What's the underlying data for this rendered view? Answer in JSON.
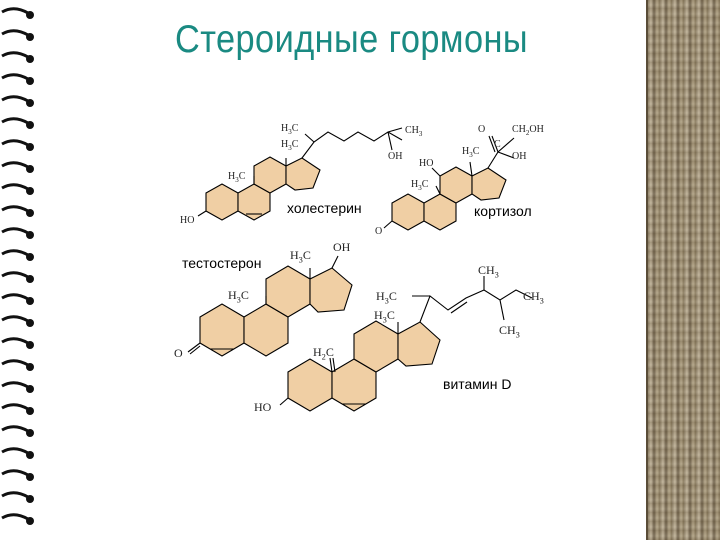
{
  "slide": {
    "title": "Стероидные гормоны"
  },
  "molecules": [
    {
      "name": "холестерин"
    },
    {
      "name": "кортизол"
    },
    {
      "name": "тестостерон"
    },
    {
      "name": "витамин D"
    }
  ],
  "groups": {
    "chol_h3c_top": "H3C",
    "chol_ch3": "CH3",
    "chol_h3c_mid": "H3C",
    "chol_oh": "OH",
    "chol_h3c_ring": "H3C",
    "chol_ho": "HO",
    "cort_o": "O",
    "cort_ch2oh": "CH2OH",
    "cort_c": "C",
    "cort_oh": "OH",
    "cort_ho": "HO",
    "cort_h3c_mid": "H3C",
    "cort_h3c_ring": "H3C",
    "cort_o_bottom": "O",
    "test_h3c_top": "H3C",
    "test_oh": "OH",
    "test_h3c_ring": "H3C",
    "test_o": "O",
    "vit_ch3_top": "CH3",
    "vit_h3c_left": "H3C",
    "vit_ch3_right": "CH3",
    "vit_h3c_ring": "H3C",
    "vit_ch3_bottom": "CH3",
    "vit_h2c": "H2C",
    "vit_ho": "HO"
  },
  "colors": {
    "title": "#1a8a82",
    "ring_fill": "#f0cfa4",
    "ring_stroke": "#000000",
    "bark": "#a99a7e"
  }
}
